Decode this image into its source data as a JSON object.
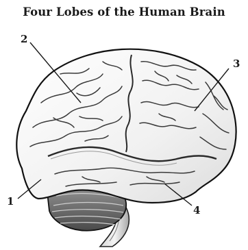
{
  "title": "Four Lobes of the Human Brain",
  "labels": [
    {
      "number": "1"
    },
    {
      "number": "2"
    },
    {
      "number": "3"
    },
    {
      "number": "4"
    }
  ]
}
